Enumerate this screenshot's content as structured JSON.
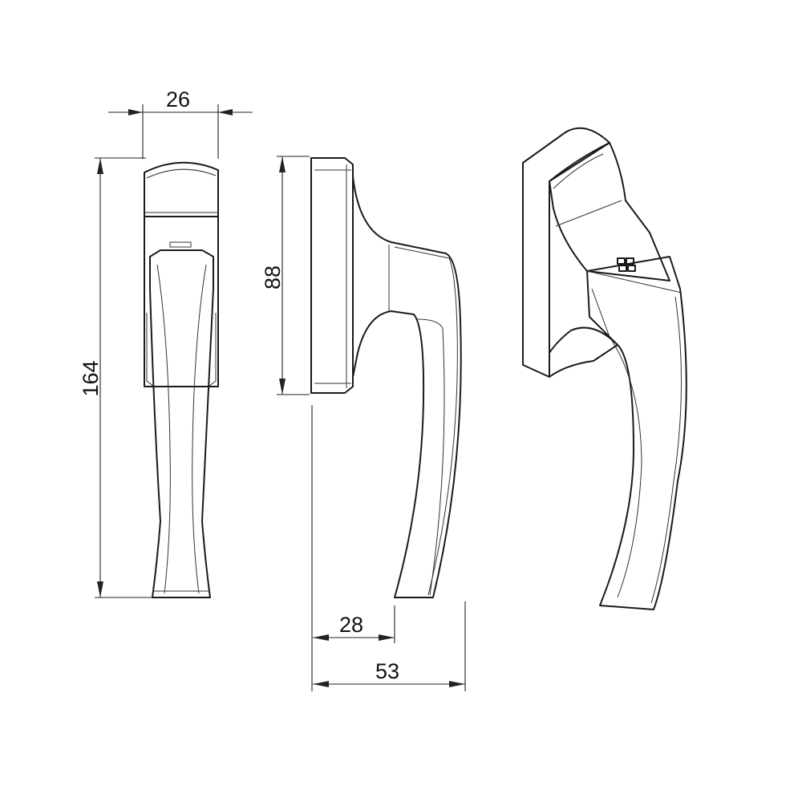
{
  "drawing": {
    "views": [
      "front-view",
      "side-view",
      "perspective-view"
    ],
    "dimensions": {
      "width_front": "26",
      "height_total": "164",
      "base_height": "88",
      "grip_offset": "28",
      "projection_depth": "53"
    },
    "line_color": "#1a1a1a",
    "background": "#ffffff"
  }
}
